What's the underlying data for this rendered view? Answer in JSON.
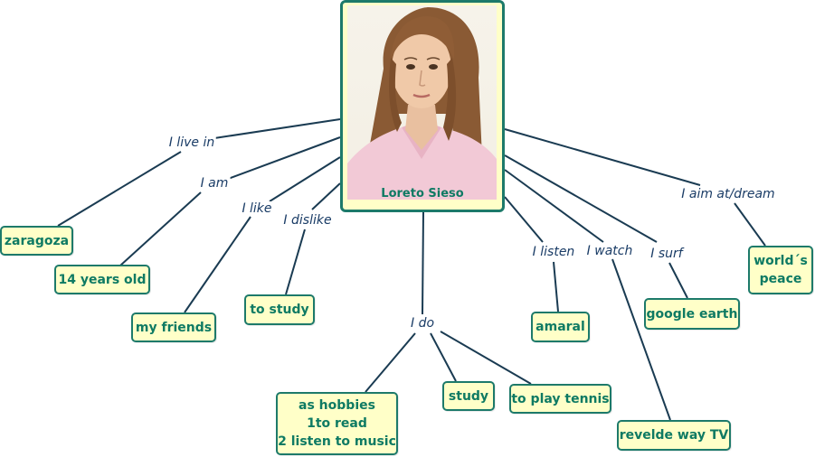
{
  "center": {
    "name": "Loreto Sieso",
    "photo": "portrait-photo"
  },
  "branches": [
    {
      "id": "live",
      "label": "I live in",
      "nodes": [
        "zaragoza"
      ]
    },
    {
      "id": "am",
      "label": "I am",
      "nodes": [
        "14 years old"
      ]
    },
    {
      "id": "like",
      "label": "I like",
      "nodes": [
        "my friends"
      ]
    },
    {
      "id": "dislike",
      "label": "I dislike",
      "nodes": [
        "to study"
      ]
    },
    {
      "id": "do",
      "label": "I do",
      "nodes": [
        "as hobbies\n1to read\n2 listen to music",
        "study",
        "to play tennis"
      ]
    },
    {
      "id": "listen",
      "label": "I listen",
      "nodes": [
        "amaral"
      ]
    },
    {
      "id": "watch",
      "label": "I watch",
      "nodes": [
        "revelde way TV"
      ]
    },
    {
      "id": "surf",
      "label": "I surf",
      "nodes": [
        "google earth"
      ]
    },
    {
      "id": "aim",
      "label": "I aim at/dream",
      "nodes": [
        "world´s\npeace"
      ]
    }
  ],
  "colors": {
    "node_fill": "#ffffc8",
    "node_border": "#1d7a6a",
    "node_text": "#0e7a63",
    "link_text": "#1a3c66",
    "line": "#1a3b52"
  }
}
